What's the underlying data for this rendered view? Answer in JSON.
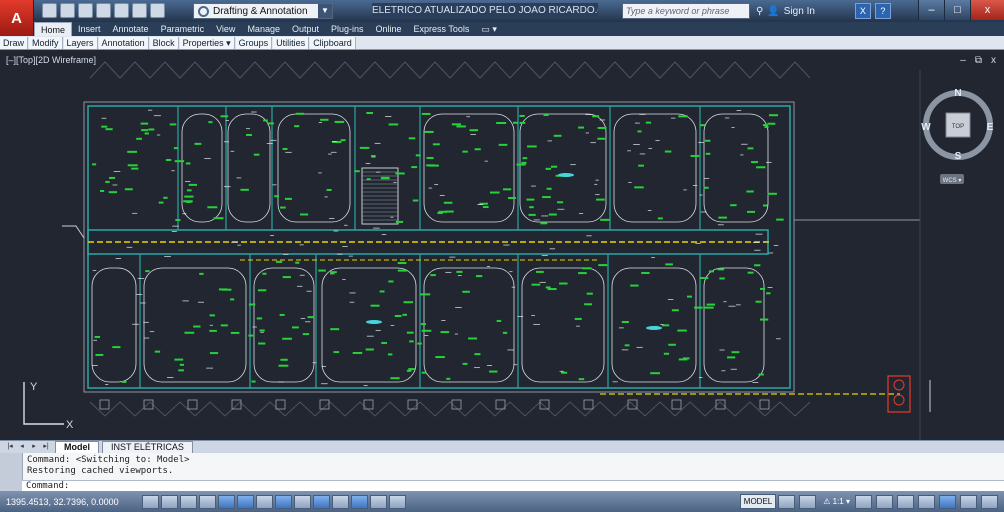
{
  "titlebar": {
    "app_logo": "A",
    "workspace": "Drafting & Annotation",
    "document_title": "ELETRICO ATUALIZADO PELO JOAO RICARDO.dwg",
    "search_placeholder": "Type a keyword or phrase",
    "signin": "Sign In",
    "minimize": "–",
    "maximize": "□",
    "close": "x"
  },
  "ribbon": {
    "tabs": [
      "Home",
      "Insert",
      "Annotate",
      "Parametric",
      "View",
      "Manage",
      "Output",
      "Plug-ins",
      "Online",
      "Express Tools",
      "▭ ▾"
    ],
    "panels": [
      "Draw",
      "Modify",
      "Layers",
      "Annotation",
      "Block",
      "Properties ▾",
      "Groups",
      "Utilities",
      "Clipboard"
    ]
  },
  "viewport": {
    "label": "[–][Top][2D Wireframe]",
    "controls": [
      "–",
      "⧉",
      "x"
    ],
    "viewcube": {
      "north": "N",
      "south": "S",
      "east": "E",
      "west": "W",
      "top": "TOP",
      "wcs": "WCS ▾"
    },
    "ucs": {
      "x": "X",
      "y": "Y"
    }
  },
  "layout_tabs": {
    "nav": [
      "|◂",
      "◂",
      "▸",
      "▸|"
    ],
    "tabs": [
      "Model",
      "INST ELÉTRICAS"
    ],
    "active": "Model"
  },
  "command": {
    "history": [
      "Command:   <Switching to: Model>",
      "Restoring cached viewports."
    ],
    "prompt": "Command:"
  },
  "status": {
    "coordinates": "1395.4513, 32.7396, 0.0000",
    "model": "MODEL",
    "scale": "⚠ 1:1 ▾"
  }
}
